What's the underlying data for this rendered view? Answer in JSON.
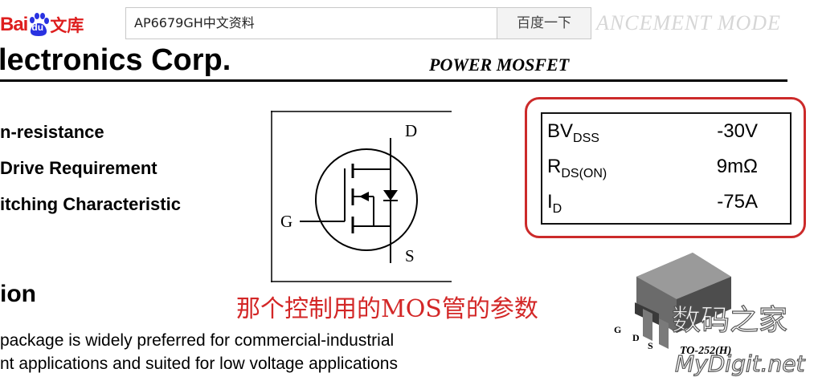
{
  "baidu": {
    "logo_bai": "Bai",
    "logo_du": "du",
    "logo_wenku": "文库",
    "search_value": "AP6679GH中文资料",
    "search_button": "百度一下"
  },
  "doc": {
    "bg_heading": "ANCEMENT MODE",
    "company": "lectronics Corp.",
    "product_type": "POWER MOSFET",
    "features": [
      "n-resistance",
      "Drive Requirement",
      "itching Characteristic"
    ],
    "symbol": {
      "d": "D",
      "g": "G",
      "s": "S"
    },
    "specs": [
      {
        "sym": "BV",
        "sub": "DSS",
        "value": "-30V"
      },
      {
        "sym": "R",
        "sub": "DS(ON)",
        "value": "9mΩ"
      },
      {
        "sym": "I",
        "sub": "D",
        "value": "-75A"
      }
    ],
    "desc_heading": "ion",
    "annotation": "那个控制用的MOS管的参数",
    "desc_lines": [
      "package is widely preferred for commercial-industrial",
      "nt applications and suited for low voltage applications"
    ],
    "package": {
      "g": "G",
      "d": "D",
      "s": "S",
      "label": "TO-252(H)"
    }
  },
  "watermark": {
    "cn": "数码之家",
    "url": "MyDigit.net"
  },
  "colors": {
    "baidu_red": "#de1e1e",
    "baidu_blue": "#2932e1",
    "highlight": "#cc2a2a"
  }
}
